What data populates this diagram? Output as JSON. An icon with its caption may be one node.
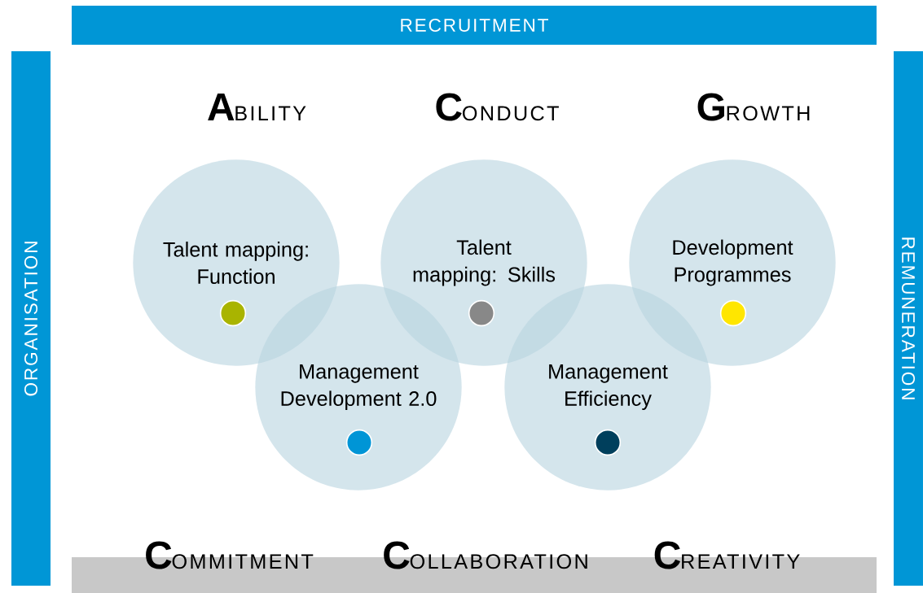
{
  "diagram": {
    "nodes": [
      {
        "text": [
          "RECRUITMENT"
        ]
      },
      {
        "text": [
          "ORGANISATION"
        ]
      },
      {
        "text": [
          "REMUNERATION"
        ]
      },
      {
        "text": [],
        "shape": "bar"
      },
      {
        "text": [
          "Talent mapping: Function"
        ]
      },
      {
        "text": [
          "Management Development 2.0"
        ]
      },
      {
        "text": [
          "Talent mapping: Skills"
        ]
      },
      {
        "text": [
          "Management Efficiency"
        ]
      },
      {
        "text": [
          "Development Programmes"
        ]
      }
    ],
    "labels": [
      "**A**BILITY",
      "**C**ONDUCT",
      "**G**ROWTH",
      "**C**OMMITMENT",
      "**C**OLLABORATION",
      "**C**REATIVITY"
    ]
  }
}
